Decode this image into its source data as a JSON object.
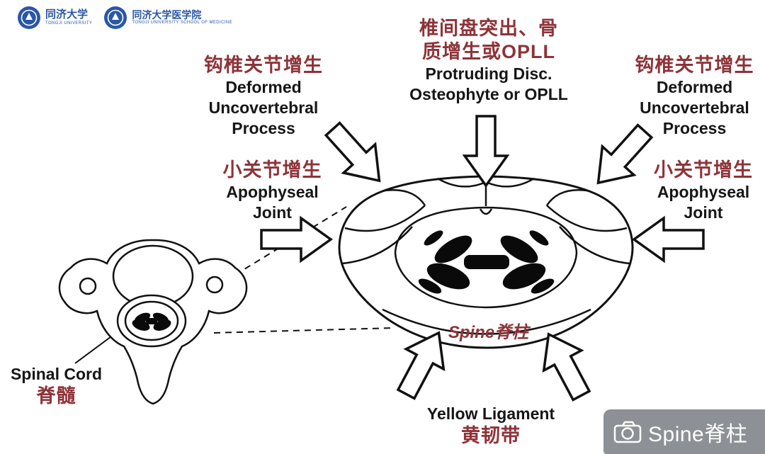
{
  "colors": {
    "label_red": "#8e3338",
    "ink_black": "#161616",
    "logo_blue": "#2a57a5",
    "watermark_bg": "#8d9094"
  },
  "logos": {
    "university": {
      "cn": "同济大学",
      "en": "TONGJI UNIVERSITY"
    },
    "medicine": {
      "cn": "同济大学医学院",
      "en": "TONGJI UNIVERSITY SCHOOL OF MEDICINE"
    }
  },
  "labels": {
    "protruding": {
      "cn_line1": "椎间盘突出、骨",
      "cn_line2": "质增生或OPLL",
      "en_line1": "Protruding Disc.",
      "en_line2": "Osteophyte or OPLL"
    },
    "uncovertebral_left": {
      "cn": "钩椎关节增生",
      "en_line1": "Deformed",
      "en_line2": "Uncovertebral",
      "en_line3": "Process"
    },
    "uncovertebral_right": {
      "cn": "钩椎关节增生",
      "en_line1": "Deformed",
      "en_line2": "Uncovertebral",
      "en_line3": "Process"
    },
    "apophyseal_left": {
      "cn": "小关节增生",
      "en_line1": "Apophyseal",
      "en_line2": "Joint"
    },
    "apophyseal_right": {
      "cn": "小关节增生",
      "en_line1": "Apophyseal",
      "en_line2": "Joint"
    },
    "spinal_cord": {
      "en": "Spinal Cord",
      "cn": "脊髓"
    },
    "yellow_ligament": {
      "en": "Yellow Ligament",
      "cn": "黄韧带"
    },
    "spine_inline": "Spine脊柱"
  },
  "watermark": {
    "text": "Spine脊柱"
  }
}
